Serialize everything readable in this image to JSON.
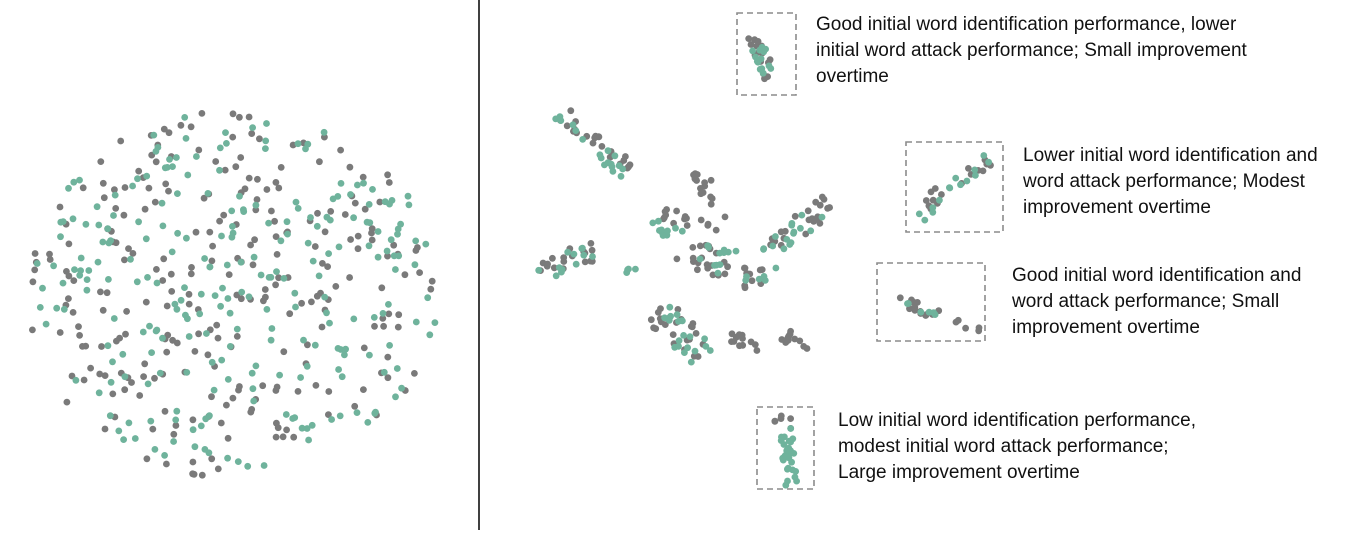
{
  "colors": {
    "gray": "#7a7a7a",
    "green": "#6fb39c",
    "divider": "#000000",
    "box": "#8c8c8c"
  },
  "chart_data": [
    {
      "type": "scatter",
      "panel": "left",
      "series": [
        {
          "color": "gray",
          "cluster": {
            "count": 260,
            "cx": 232,
            "cy": 293,
            "rx": 205,
            "ry": 185,
            "seed": 11
          }
        },
        {
          "color": "green",
          "cluster": {
            "count": 250,
            "cx": 235,
            "cy": 290,
            "rx": 205,
            "ry": 180,
            "seed": 29
          }
        }
      ]
    },
    {
      "type": "scatter",
      "panel": "right",
      "series": [
        {
          "color": "gray",
          "clusters": [
            {
              "count": 16,
              "x1": 752,
              "y1": 35,
              "x2": 775,
              "y2": 80,
              "w": 18,
              "seed": 3
            },
            {
              "count": 22,
              "x1": 562,
              "y1": 112,
              "x2": 628,
              "y2": 170,
              "w": 20,
              "seed": 5
            },
            {
              "count": 14,
              "x1": 700,
              "y1": 170,
              "x2": 712,
              "y2": 205,
              "w": 16,
              "seed": 7
            },
            {
              "count": 16,
              "x1": 660,
              "y1": 215,
              "x2": 725,
              "y2": 225,
              "w": 16,
              "seed": 9
            },
            {
              "count": 22,
              "x1": 770,
              "y1": 250,
              "x2": 830,
              "y2": 205,
              "w": 24,
              "seed": 13
            },
            {
              "count": 18,
              "x1": 540,
              "y1": 270,
              "x2": 595,
              "y2": 250,
              "w": 20,
              "seed": 15
            },
            {
              "count": 30,
              "x1": 680,
              "y1": 250,
              "x2": 770,
              "y2": 290,
              "w": 34,
              "seed": 17
            },
            {
              "count": 24,
              "x1": 655,
              "y1": 310,
              "x2": 710,
              "y2": 355,
              "w": 30,
              "seed": 19
            },
            {
              "count": 12,
              "x1": 730,
              "y1": 335,
              "x2": 760,
              "y2": 350,
              "w": 14,
              "seed": 21
            },
            {
              "count": 12,
              "x1": 780,
              "y1": 335,
              "x2": 815,
              "y2": 345,
              "w": 14,
              "seed": 23
            },
            {
              "count": 16,
              "x1": 925,
              "y1": 205,
              "x2": 990,
              "y2": 160,
              "w": 16,
              "seed": 25
            },
            {
              "count": 20,
              "x1": 895,
              "y1": 300,
              "x2": 980,
              "y2": 330,
              "w": 14,
              "seed": 27
            },
            {
              "count": 6,
              "x1": 775,
              "y1": 418,
              "x2": 795,
              "y2": 425,
              "w": 10,
              "seed": 31
            }
          ]
        },
        {
          "color": "green",
          "clusters": [
            {
              "count": 14,
              "x1": 755,
              "y1": 40,
              "x2": 770,
              "y2": 75,
              "w": 16,
              "seed": 33
            },
            {
              "count": 18,
              "x1": 555,
              "y1": 110,
              "x2": 625,
              "y2": 172,
              "w": 18,
              "seed": 35
            },
            {
              "count": 10,
              "x1": 650,
              "y1": 225,
              "x2": 690,
              "y2": 240,
              "w": 14,
              "seed": 37
            },
            {
              "count": 16,
              "x1": 765,
              "y1": 255,
              "x2": 825,
              "y2": 210,
              "w": 20,
              "seed": 39
            },
            {
              "count": 12,
              "x1": 540,
              "y1": 275,
              "x2": 590,
              "y2": 250,
              "w": 16,
              "seed": 41
            },
            {
              "count": 18,
              "x1": 700,
              "y1": 250,
              "x2": 780,
              "y2": 285,
              "w": 30,
              "seed": 43
            },
            {
              "count": 20,
              "x1": 655,
              "y1": 305,
              "x2": 705,
              "y2": 360,
              "w": 28,
              "seed": 45
            },
            {
              "count": 14,
              "x1": 920,
              "y1": 215,
              "x2": 995,
              "y2": 155,
              "w": 14,
              "seed": 47
            },
            {
              "count": 6,
              "x1": 905,
              "y1": 305,
              "x2": 970,
              "y2": 325,
              "w": 10,
              "seed": 49
            },
            {
              "count": 28,
              "x1": 786,
              "y1": 420,
              "x2": 790,
              "y2": 485,
              "w": 14,
              "seed": 51
            },
            {
              "count": 4,
              "x1": 625,
              "y1": 272,
              "x2": 640,
              "y2": 270,
              "w": 6,
              "seed": 53
            }
          ]
        }
      ]
    }
  ],
  "annotations": [
    {
      "lines": [
        "Good initial word identification performance, lower",
        "initial word attack performance; Small improvement",
        "overtime"
      ]
    },
    {
      "lines": [
        "Lower initial word identification and",
        "word attack performance; Modest",
        "improvement overtime"
      ]
    },
    {
      "lines": [
        "Good initial word identification and",
        "word attack performance; Small",
        "improvement overtime"
      ]
    },
    {
      "lines": [
        "Low initial word identification performance,",
        "modest initial word attack performance;",
        "Large improvement overtime"
      ]
    }
  ]
}
